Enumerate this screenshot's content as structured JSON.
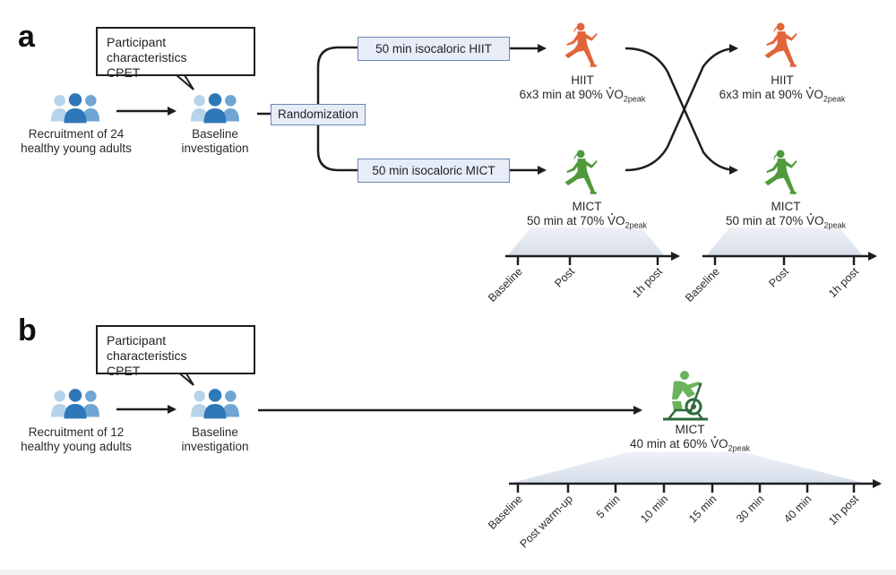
{
  "panel_a": {
    "letter": "a",
    "callout": {
      "line1": "Participant characteristics",
      "line2": "CPET"
    },
    "recruitment": {
      "line1": "Recruitment of 24",
      "line2": "healthy young adults"
    },
    "baseline": {
      "line1": "Baseline",
      "line2": "investigation"
    },
    "randomization_label": "Randomization",
    "hiit_box": "50 min isocaloric HIIT",
    "mict_box": "50 min isocaloric MICT",
    "hiit": {
      "title": "HIIT",
      "desc": "6x3 min at 90% ",
      "vo2": "VO",
      "sub": "2peak",
      "color": "#e0653a"
    },
    "mict": {
      "title": "MICT",
      "desc": "50 min at 70% ",
      "vo2": "VO",
      "sub": "2peak",
      "color": "#4f9a3c"
    },
    "timeline_ticks": [
      "Baseline",
      "Post",
      "1h post"
    ]
  },
  "panel_b": {
    "letter": "b",
    "callout": {
      "line1": "Participant characteristics",
      "line2": "CPET"
    },
    "recruitment": {
      "line1": "Recruitment of 12",
      "line2": "healthy young adults"
    },
    "baseline": {
      "line1": "Baseline",
      "line2": "investigation"
    },
    "mict": {
      "title": "MICT",
      "desc": "40 min at 60% ",
      "vo2": "VO",
      "sub": "2peak",
      "color": "#4f9a3c"
    },
    "timeline_ticks": [
      "Baseline",
      "Post warm-up",
      "5 min",
      "10 min",
      "15 min",
      "30 min",
      "40 min",
      "1h post"
    ]
  },
  "colors": {
    "people_dark": "#2f78b8",
    "people_mid": "#6fa6d4",
    "people_light": "#b6d3ea",
    "box_fill": "#e6edf8",
    "box_border": "#6f87b5",
    "ramp": "#d9e0ec"
  }
}
